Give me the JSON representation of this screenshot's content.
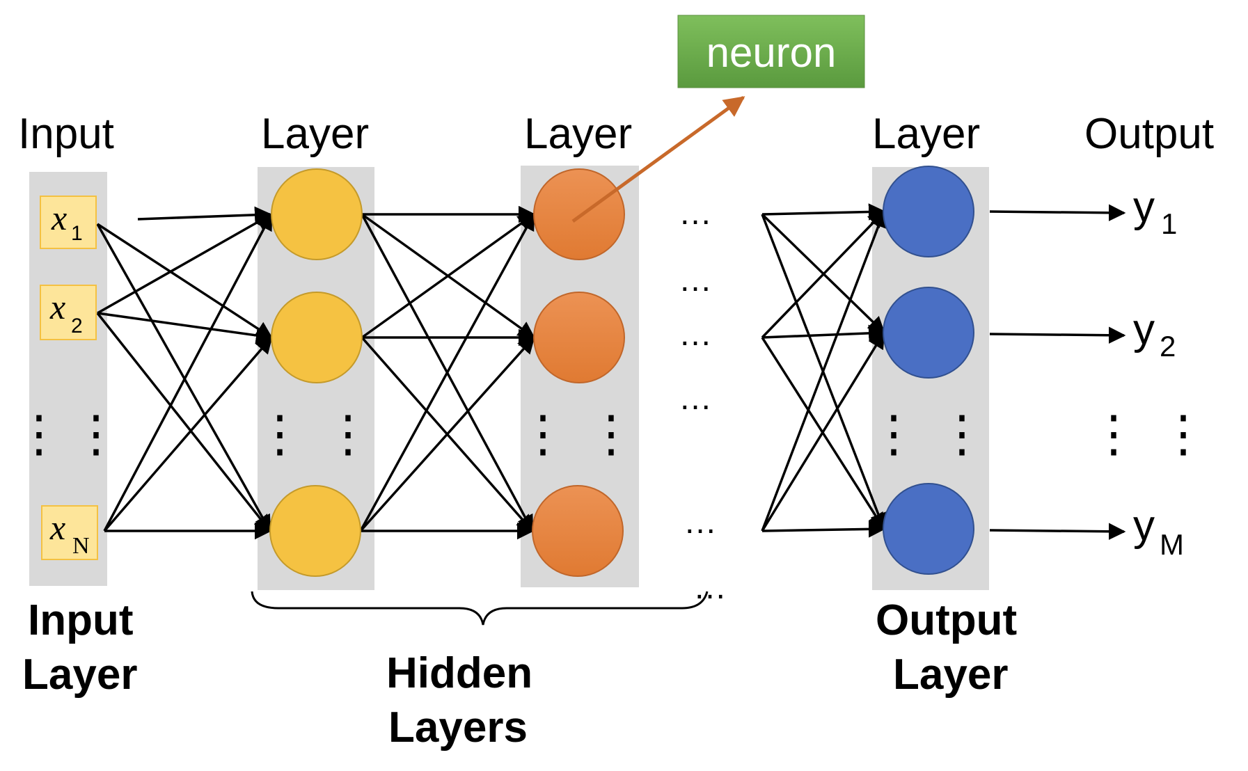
{
  "labels": {
    "input_top": "Input",
    "layer_top_1": "Layer",
    "layer_top_2": "Layer",
    "layer_top_3": "Layer",
    "output_top": "Output",
    "input_layer_line1": "Input",
    "input_layer_line2": "Layer",
    "hidden_layers_line1": "Hidden",
    "hidden_layers_line2": "Layers",
    "output_layer_line1": "Output",
    "output_layer_line2": "Layer",
    "neuron": "neuron",
    "ellipsis": "…",
    "vdots": "⋮"
  },
  "inputs": [
    {
      "base": "x",
      "sub": "1"
    },
    {
      "base": "x",
      "sub": "2"
    },
    {
      "base": "x",
      "sub": "N"
    }
  ],
  "outputs": [
    {
      "base": "y",
      "sub": "1"
    },
    {
      "base": "y",
      "sub": "2"
    },
    {
      "base": "y",
      "sub": "M"
    }
  ],
  "colors": {
    "panel": "#d9d9d9",
    "input_box_fill": "#fde59a",
    "input_box_stroke": "#f4c142",
    "hidden1": "#f5c242",
    "hidden1_stroke": "#c49a2a",
    "hidden2": "#e8823a",
    "hidden2_stroke": "#c0662a",
    "output": "#4a6fc4",
    "output_stroke": "#31508f",
    "neuron_box": "#6aa84f",
    "neuron_arrow": "#c8692a",
    "line": "#000000"
  }
}
